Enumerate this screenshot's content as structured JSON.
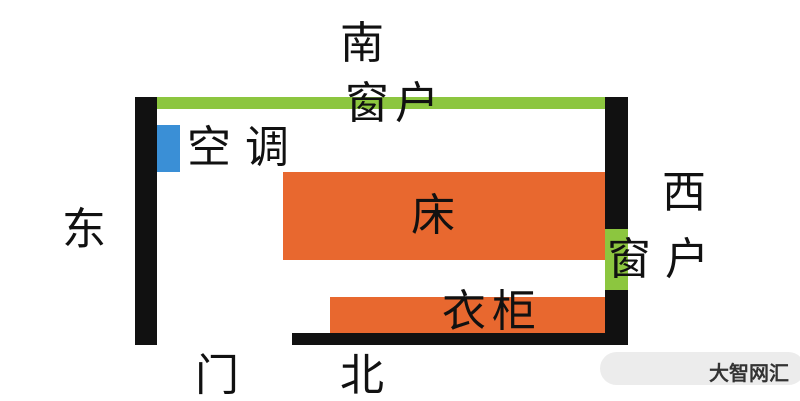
{
  "labels": {
    "south": "南",
    "south_window": "窗户",
    "air_conditioner": "空调",
    "east": "东",
    "west": "西",
    "west_window": "窗户",
    "bed": "床",
    "wardrobe": "衣柜",
    "door": "门",
    "north": "北"
  },
  "watermark": "大智网汇",
  "colors": {
    "wall": "#111111",
    "window": "#8cc63f",
    "furniture": "#e8682f",
    "air_conditioner": "#3a8fd6"
  }
}
